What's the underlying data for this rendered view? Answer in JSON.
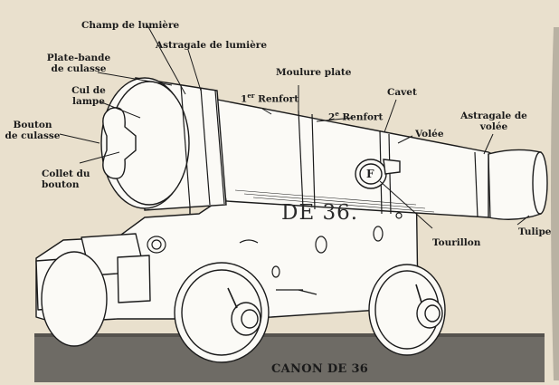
{
  "labels": {
    "champ_lumiere": "Champ de lumière",
    "astragale_lumiere": "Astragale de lumière",
    "platebande_l1": "Plate-bande",
    "platebande_l2": "de culasse",
    "moulure_plate": "Moulure plate",
    "cul_l1": "Cul de",
    "cul_l2": "lampe",
    "renfort1_pre": "1",
    "renfort1_sup": "er",
    "renfort1_post": " Renfort",
    "cavet": "Cavet",
    "renfort2_pre": "2",
    "renfort2_sup": "e",
    "renfort2_post": " Renfort",
    "bouton_l1": "Bouton",
    "bouton_l2": "de culasse",
    "volee": "Volée",
    "astragale_volee_l1": "Astragale de",
    "astragale_volee_l2": "volée",
    "collet_l1": "Collet du",
    "collet_l2": "bouton",
    "tourillon": "Tourillon",
    "tulipe": "Tulipe"
  },
  "engraving": "DE 36.",
  "trunnion_mark": "F",
  "caption": "CANON DE 36",
  "colors": {
    "paper": "#e9e0cd",
    "ink": "#1b1b1b",
    "ground": "#6e6b65"
  }
}
